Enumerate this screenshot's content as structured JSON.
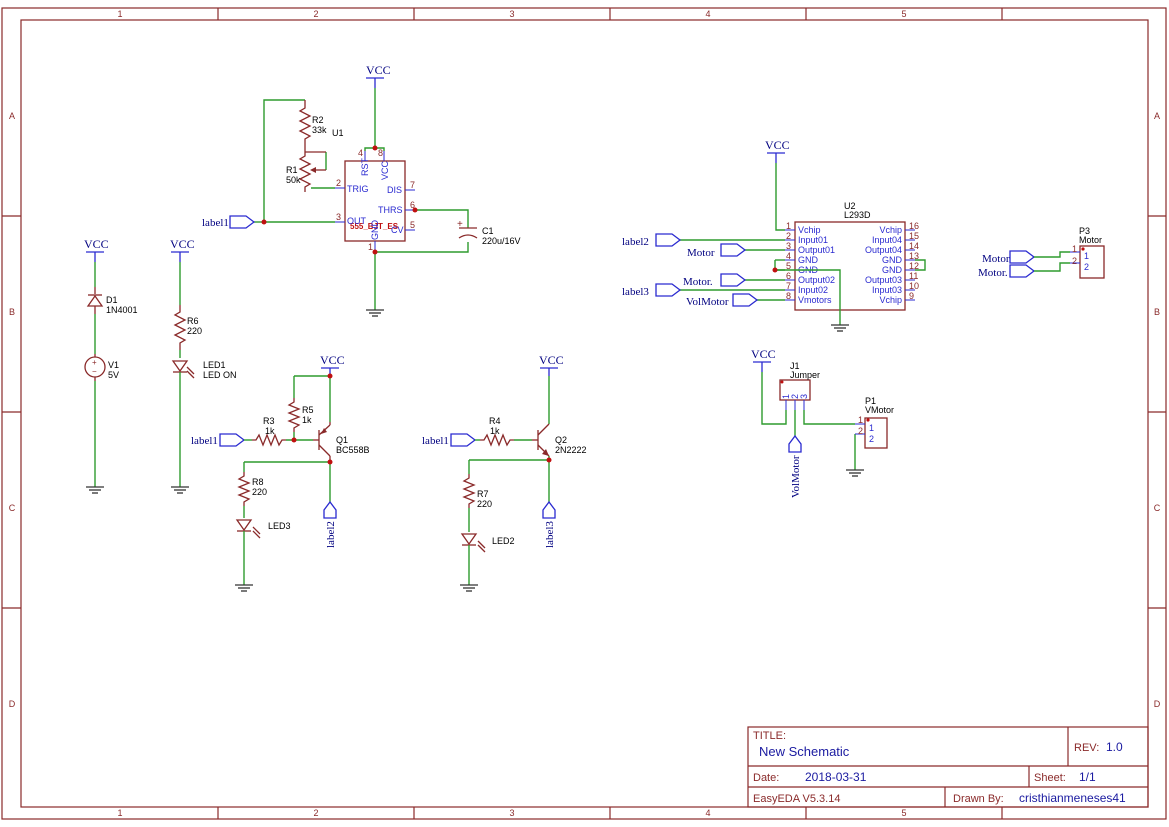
{
  "zones": {
    "cols": [
      "1",
      "2",
      "3",
      "4",
      "5"
    ],
    "rows": [
      "A",
      "B",
      "C",
      "D"
    ]
  },
  "title_block": {
    "title_label": "TITLE:",
    "title": "New Schematic",
    "rev_label": "REV:",
    "rev": "1.0",
    "date_label": "Date:",
    "date": "2018-03-31",
    "sheet_label": "Sheet:",
    "sheet": "1/1",
    "software": "EasyEDA V5.3.14",
    "drawn_label": "Drawn By:",
    "drawn_by": "cristhianmeneses41"
  },
  "power": {
    "vcc": "VCC"
  },
  "components": {
    "r2": {
      "ref": "R2",
      "value": "33k"
    },
    "r1": {
      "ref": "R1",
      "value": "50k"
    },
    "u1": {
      "ref": "U1",
      "part": "555_BJT_ES",
      "pins": {
        "rst": "RST",
        "vcc": "VCC",
        "trig": "TRIG",
        "dis": "DIS",
        "out": "OUT",
        "thrs": "THRS",
        "cv": "CV",
        "gnd": "GND",
        "n1": "1",
        "n2": "2",
        "n3": "3",
        "n4": "4",
        "n5": "5",
        "n6": "6",
        "n7": "7",
        "n8": "8"
      }
    },
    "c1": {
      "ref": "C1",
      "value": "220u/16V",
      "plus": "+"
    },
    "d1": {
      "ref": "D1",
      "value": "1N4001"
    },
    "v1": {
      "ref": "V1",
      "value": "5V",
      "plus": "+",
      "minus": "−"
    },
    "r6": {
      "ref": "R6",
      "value": "220"
    },
    "led1": {
      "ref": "LED1",
      "value": "LED ON"
    },
    "r5": {
      "ref": "R5",
      "value": "1k"
    },
    "r3": {
      "ref": "R3",
      "value": "1k"
    },
    "q1": {
      "ref": "Q1",
      "value": "BC558B"
    },
    "r8": {
      "ref": "R8",
      "value": "220"
    },
    "led3": {
      "ref": "LED3"
    },
    "r4": {
      "ref": "R4",
      "value": "1k"
    },
    "q2": {
      "ref": "Q2",
      "value": "2N2222"
    },
    "r7": {
      "ref": "R7",
      "value": "220"
    },
    "led2": {
      "ref": "LED2"
    },
    "u2": {
      "ref": "U2",
      "part": "L293D",
      "left": [
        {
          "num": "1",
          "name": "Vchip"
        },
        {
          "num": "2",
          "name": "Input01"
        },
        {
          "num": "3",
          "name": "Output01"
        },
        {
          "num": "4",
          "name": "GND"
        },
        {
          "num": "5",
          "name": "GND"
        },
        {
          "num": "6",
          "name": "Output02"
        },
        {
          "num": "7",
          "name": "Input02"
        },
        {
          "num": "8",
          "name": "Vmotors"
        }
      ],
      "right": [
        {
          "num": "16",
          "name": "Vchip"
        },
        {
          "num": "15",
          "name": "Input04"
        },
        {
          "num": "14",
          "name": "Output04"
        },
        {
          "num": "13",
          "name": "GND"
        },
        {
          "num": "12",
          "name": "GND"
        },
        {
          "num": "11",
          "name": "Output03"
        },
        {
          "num": "10",
          "name": "Input03"
        },
        {
          "num": "9",
          "name": "Vchip"
        }
      ]
    },
    "p3": {
      "ref": "P3",
      "value": "Motor",
      "n1": "1",
      "n2": "2"
    },
    "j1": {
      "ref": "J1",
      "value": "Jumper",
      "n1": "1",
      "n2": "2",
      "n3": "3"
    },
    "p1": {
      "ref": "P1",
      "value": "VMotor",
      "n1": "1",
      "n2": "2"
    }
  },
  "nets": {
    "label1": "label1",
    "label2": "label2",
    "label3": "label3",
    "motor": "Motor",
    "motor_b": "Motor.",
    "volmotor": "VolMotor"
  }
}
